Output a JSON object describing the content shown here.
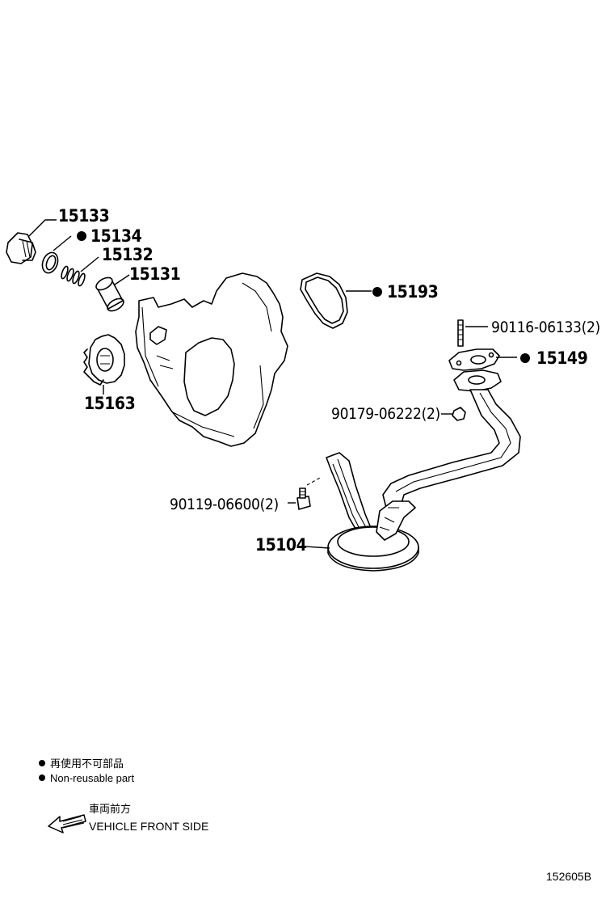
{
  "diagram": {
    "parts": [
      {
        "number": "15133",
        "non_reusable": false
      },
      {
        "number": "15134",
        "non_reusable": true
      },
      {
        "number": "15132",
        "non_reusable": false
      },
      {
        "number": "15131",
        "non_reusable": false
      },
      {
        "number": "15163",
        "non_reusable": false
      },
      {
        "number": "15193",
        "non_reusable": true
      },
      {
        "number": "90116-06133(2)",
        "non_reusable": false
      },
      {
        "number": "15149",
        "non_reusable": true
      },
      {
        "number": "90179-06222(2)",
        "non_reusable": false
      },
      {
        "number": "90119-06600(2)",
        "non_reusable": false
      },
      {
        "number": "15104",
        "non_reusable": false
      }
    ],
    "legend": {
      "non_reusable_jp": "再使用不可部品",
      "non_reusable_en": "Non-reusable part",
      "front_jp": "車両前方",
      "front_en": "VEHICLE FRONT SIDE"
    },
    "reference_code": "152605B"
  }
}
